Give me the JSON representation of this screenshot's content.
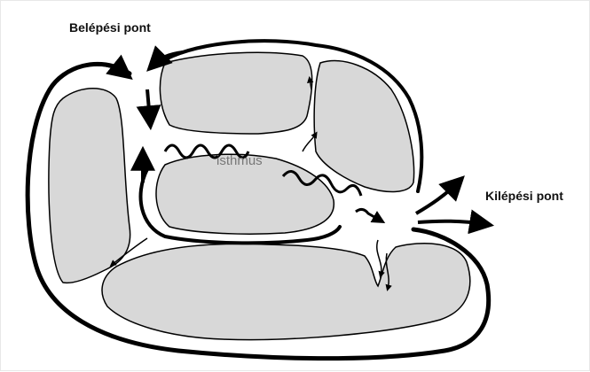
{
  "labels": {
    "entry_point": "Belépési pont",
    "exit_point": "Kilépési pont",
    "isthmus": "isthmus"
  },
  "colors": {
    "block_fill": "#d8d8d8",
    "outline": "#000000",
    "background": "#ffffff"
  }
}
